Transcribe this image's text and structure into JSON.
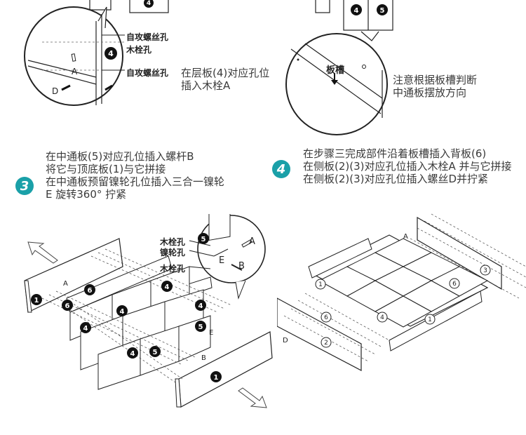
{
  "top_left_detail": {
    "label_self_tapping_1": "自攻螺丝孔",
    "label_wood_dowel": "木栓孔",
    "label_self_tapping_2": "自攻螺丝孔",
    "part_a": "A",
    "part_d": "D",
    "panel_4": "4",
    "instruction_lines": [
      "在层板(4)对应孔位",
      "插入木栓A"
    ]
  },
  "top_right_detail": {
    "slot_label": "板槽",
    "panel_4": "4",
    "panel_5": "5",
    "note_lines": [
      "注意根据板槽判断",
      "中通板摆放方向"
    ]
  },
  "step3": {
    "number": "3",
    "lines": [
      "在中通板(5)对应孔位插入螺杆B",
      "将它与顶底板(1)与它拼接",
      "在中通板预留镍轮孔位插入三合一镍轮",
      "E 旋转360° 拧紧"
    ],
    "callouts": {
      "wood_dowel_hole": "木栓孔",
      "cam_hole": "镍轮孔",
      "wood_dowel_hole_2": "木栓孔",
      "a": "A",
      "e": "E",
      "b": "B",
      "five": "5"
    },
    "panel_labels": [
      "1",
      "6",
      "6",
      "4",
      "4",
      "4",
      "4",
      "4",
      "5",
      "5",
      "1"
    ],
    "letter_a": "A",
    "letter_e": "E",
    "letter_b": "B"
  },
  "step4": {
    "number": "4",
    "lines": [
      "在步骤三完成部件沿着板槽插入背板(6)",
      "在侧板(2)(3)对应孔位插入木栓A 并与它拼接",
      "在侧板(2)(3)对应孔位插入螺丝D并拧紧"
    ],
    "panel_labels": [
      "1",
      "6",
      "4",
      "1",
      "2",
      "3",
      "6"
    ],
    "letter_a": "A",
    "letter_d": "D"
  },
  "colors": {
    "accent": "#1aa0a8",
    "line": "#222222",
    "badge_black": "#111111"
  }
}
